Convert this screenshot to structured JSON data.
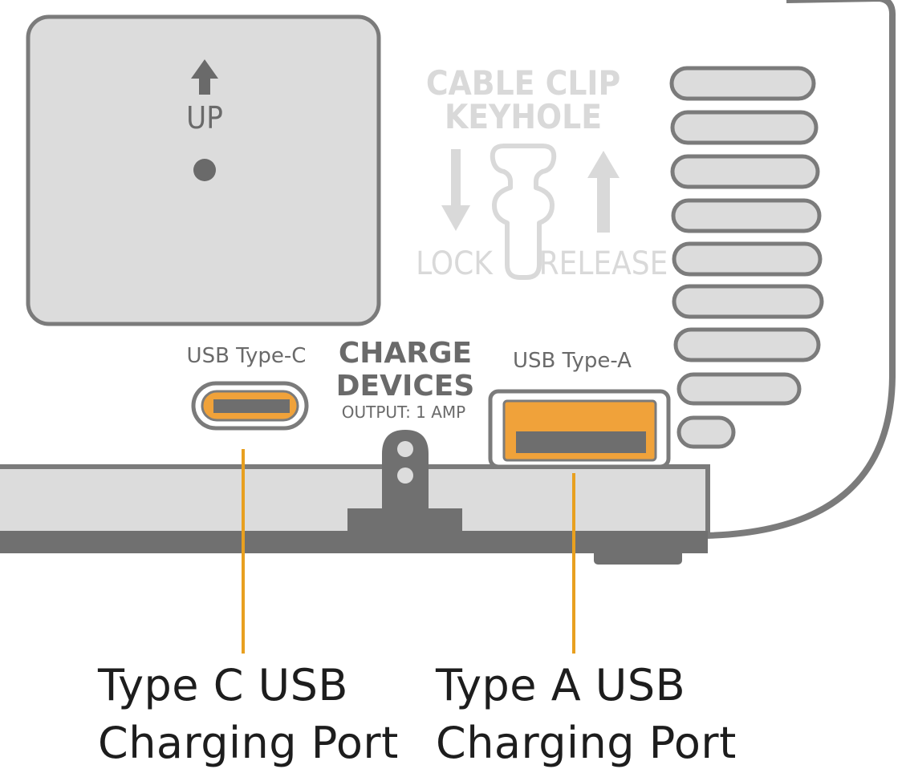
{
  "panel": {
    "up_label": "UP"
  },
  "keyhole": {
    "title_line1": "CABLE CLIP",
    "title_line2": "KEYHOLE",
    "lock_label": "LOCK",
    "release_label": "RELEASE"
  },
  "ports": {
    "type_c_label": "USB Type-C",
    "type_a_label": "USB Type-A",
    "charge_line1": "CHARGE",
    "charge_line2": "DEVICES",
    "output_label": "OUTPUT: 1 AMP"
  },
  "callouts": {
    "type_c_line1": "Type C USB",
    "type_c_line2": "Charging Port",
    "type_a_line1": "Type A USB",
    "type_a_line2": "Charging Port"
  },
  "colors": {
    "port_accent": "#f0a23a",
    "callout_line": "#e8a020",
    "housing_outline": "#7b7b7b",
    "panel_fill": "#dcdcdc",
    "faded_text": "#d9d9d9",
    "base_dark": "#707070"
  }
}
